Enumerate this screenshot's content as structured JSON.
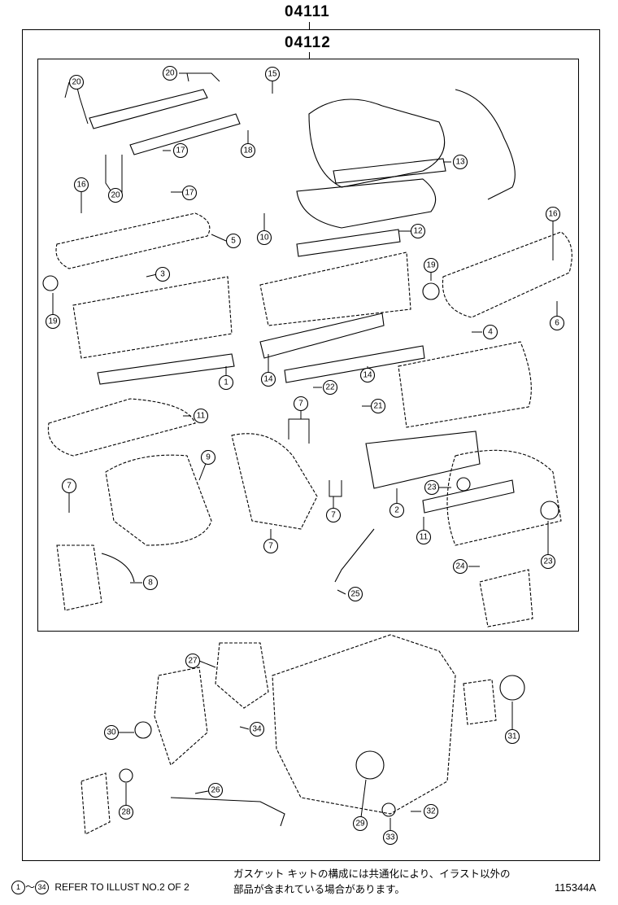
{
  "header": {
    "outer_part_no": "04111",
    "inner_part_no": "04112"
  },
  "callouts": {
    "c1": "1",
    "c2": "2",
    "c3": "3",
    "c4": "4",
    "c5": "5",
    "c6": "6",
    "c7a": "7",
    "c7b": "7",
    "c7c": "7",
    "c7d": "7",
    "c8": "8",
    "c9": "9",
    "c10": "10",
    "c11a": "11",
    "c11b": "11",
    "c12": "12",
    "c13": "13",
    "c14a": "14",
    "c14b": "14",
    "c15": "15",
    "c16a": "16",
    "c16b": "16",
    "c17a": "17",
    "c17b": "17",
    "c18": "18",
    "c19a": "19",
    "c19b": "19",
    "c20a": "20",
    "c20b": "20",
    "c20c": "20",
    "c21": "21",
    "c22": "22",
    "c23a": "23",
    "c23b": "23",
    "c24": "24",
    "c25": "25",
    "c26": "26",
    "c27": "27",
    "c28": "28",
    "c29": "29",
    "c30": "30",
    "c31": "31",
    "c32": "32",
    "c33": "33",
    "c34": "34"
  },
  "footer": {
    "range_start": "1",
    "range_sep": "～",
    "range_end": "34",
    "refer_text": "REFER TO ILLUST NO.2 OF 2",
    "jp_line1": "ガスケット キットの構成には共通化により、イラスト以外の",
    "jp_line2": "部品が含まれている場合があります。",
    "illust_no": "115344A"
  }
}
